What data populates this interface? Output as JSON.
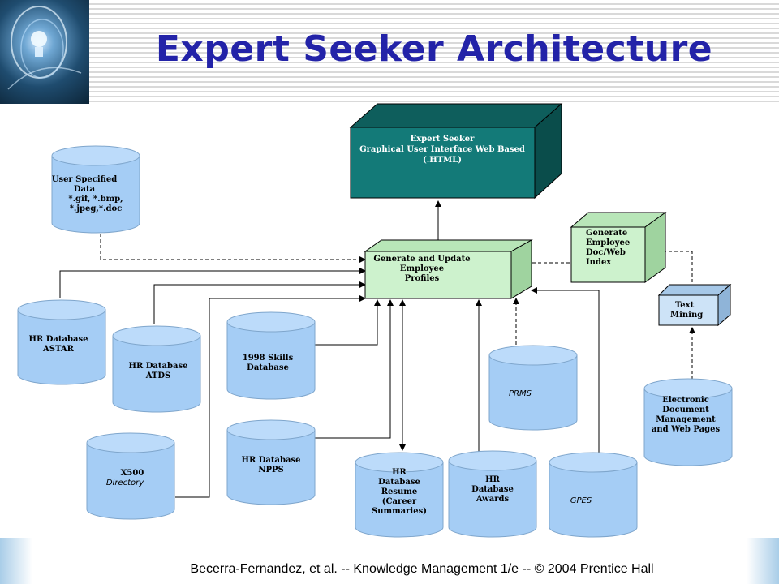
{
  "slide": {
    "title": "Expert Seeker Architecture",
    "footer": "Becerra-Fernandez, et al. -- Knowledge Management 1/e  --  ©  2004 Prentice Hall"
  },
  "colors": {
    "title": "#2323a8",
    "cylinder_fill": "#a5cdf5",
    "gui_box_front": "#137a78",
    "profile_box_front": "#cdf2cd",
    "text_mining_box": "#cde3f7"
  },
  "diagram": {
    "gui_box": [
      "Expert Seeker",
      "Graphical User Interface Web Based",
      "(.HTML)"
    ],
    "profiles_box": [
      "Generate and Update",
      "Employee",
      "Profiles"
    ],
    "index_box": [
      "Generate",
      "Employee",
      "Doc/Web",
      "Index"
    ],
    "text_mining_box": [
      "Text",
      "Mining"
    ],
    "cylinders": {
      "user_data": [
        "User Specified",
        "Data",
        "*.gif, *.bmp,",
        "*.jpeg,*.doc"
      ],
      "astar": [
        "HR Database",
        "ASTAR"
      ],
      "atds": [
        "HR Database",
        "ATDS"
      ],
      "skills": [
        "1998 Skills",
        "Database"
      ],
      "npps": [
        "HR Database",
        "NPPS"
      ],
      "x500": [
        "X500",
        "Directory"
      ],
      "resume": [
        "HR",
        "Database",
        "Resume",
        "(Career",
        "Summaries)"
      ],
      "awards": [
        "HR",
        "Database",
        "Awards"
      ],
      "gpes": [
        "GPES"
      ],
      "prms": [
        "PRMS"
      ],
      "edm": [
        "Electronic",
        "Document",
        "Management",
        "and Web Pages"
      ]
    }
  }
}
